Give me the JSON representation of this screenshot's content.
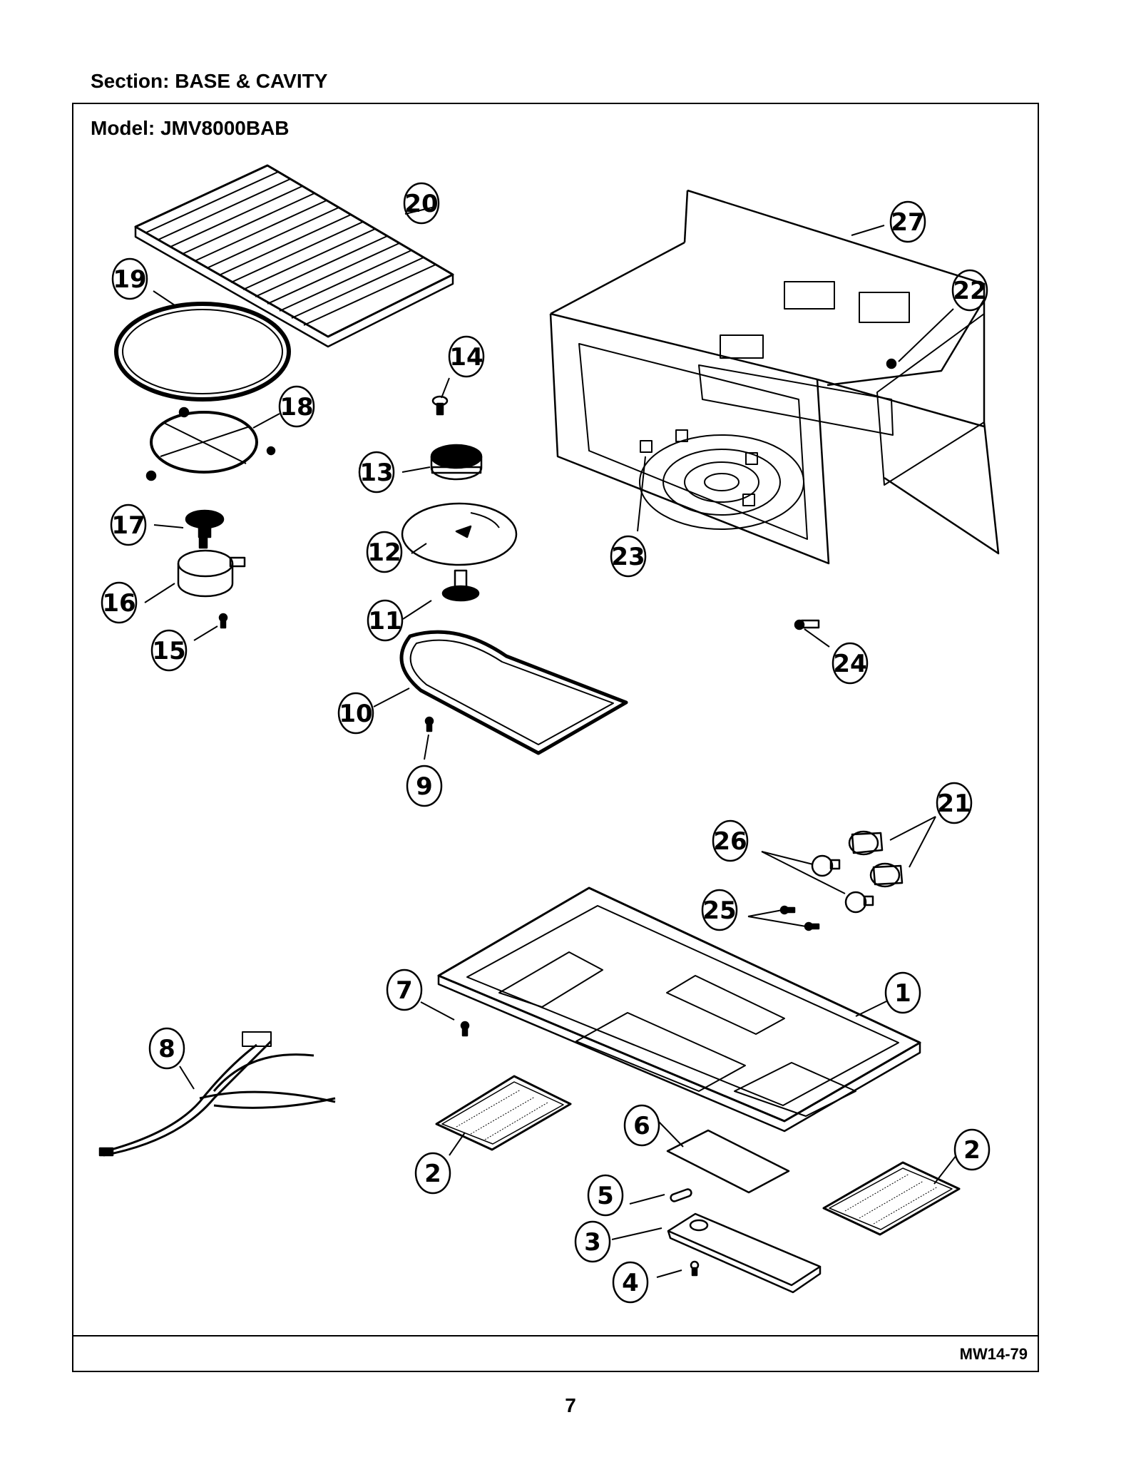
{
  "header": {
    "section": "Section:  BASE & CAVITY"
  },
  "diagram": {
    "model": "Model:  JMV8000BAB",
    "figure_code": "MW14-79",
    "callouts": [
      "1",
      "2",
      "3",
      "4",
      "5",
      "6",
      "7",
      "8",
      "9",
      "10",
      "11",
      "12",
      "13",
      "14",
      "15",
      "16",
      "17",
      "18",
      "19",
      "20",
      "21",
      "22",
      "23",
      "24",
      "25",
      "26",
      "27"
    ]
  },
  "footer": {
    "page_number": "7"
  },
  "colors": {
    "ink": "#000000",
    "paper": "#ffffff"
  }
}
